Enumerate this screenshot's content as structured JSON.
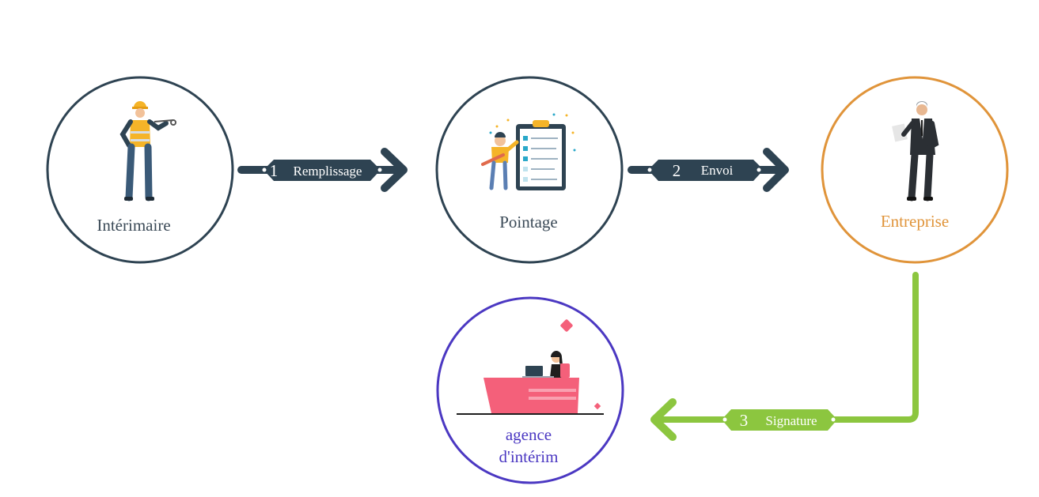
{
  "nodes": {
    "interimaire": {
      "label": "Intérimaire",
      "color": "#2e4352"
    },
    "pointage": {
      "label": "Pointage",
      "color": "#2e4352"
    },
    "entreprise": {
      "label": "Entreprise",
      "color": "#e0943a"
    },
    "agence": {
      "label_line1": "agence",
      "label_line2": "d'intérim",
      "color": "#4b38c2"
    }
  },
  "steps": {
    "step1": {
      "number": "1",
      "label": "Remplissage",
      "color": "#2e4352"
    },
    "step2": {
      "number": "2",
      "label": "Envoi",
      "color": "#2e4352"
    },
    "step3": {
      "number": "3",
      "label": "Signature",
      "color": "#8cc63f"
    }
  }
}
